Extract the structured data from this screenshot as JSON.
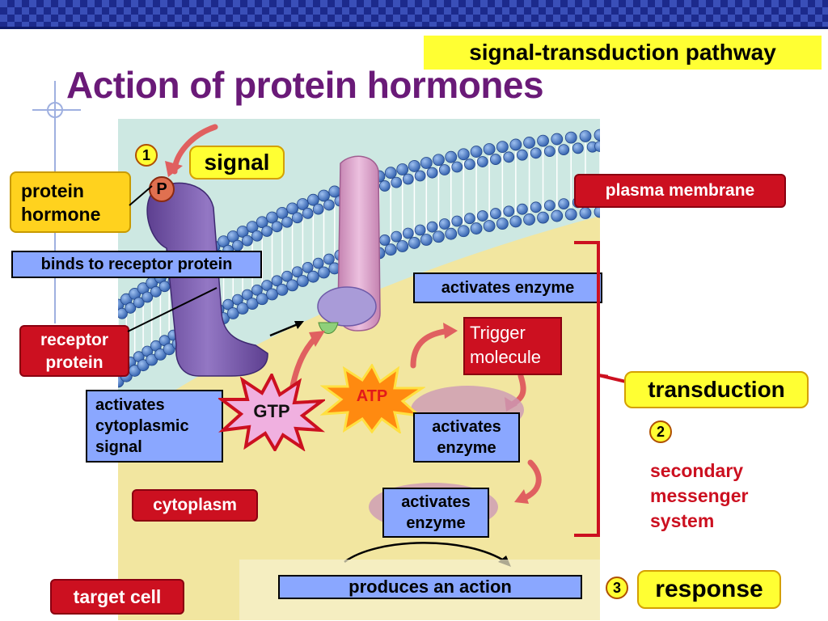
{
  "slide": {
    "title": "Action of protein hormones",
    "header_badge": "signal-transduction pathway"
  },
  "diagram": {
    "step1": "1",
    "step2": "2",
    "step3": "3",
    "signal": "signal",
    "p_marker": "P",
    "protein_hormone": "protein hormone",
    "binds_to_receptor": "binds to receptor protein",
    "receptor_protein": "receptor protein",
    "plasma_membrane": "plasma membrane",
    "activates_enzyme_top": "activates enzyme",
    "trigger_molecule": "Trigger molecule",
    "transduction": "transduction",
    "secondary_messenger": "secondary messenger system",
    "activates_cytoplasmic_signal": "activates cytoplasmic signal",
    "gtp": "GTP",
    "atp": "ATP",
    "activates_enzyme_mid": "activates enzyme",
    "activates_enzyme_low": "activates enzyme",
    "cytoplasm": "cytoplasm",
    "produces_action": "produces an action",
    "target_cell": "target cell",
    "response": "response"
  },
  "colors": {
    "title": "#6a1a78",
    "top_bar": "#1c2a8c",
    "cytoplasm": "#f2e6a0",
    "extracellular": "#cde8e2",
    "membrane_heads": "#3f6fc0",
    "receptor": "#7a5aa8",
    "enzyme": "#d9a0c8",
    "label_red": "#cc1020",
    "label_blue": "#8aa7ff",
    "label_yellow": "#ffd21e",
    "highlight_yellow": "#ffff33"
  },
  "icons": [
    "checkered-top-bar",
    "crosshair-guide",
    "starburst-gtp",
    "starburst-atp",
    "curved-arrow"
  ]
}
